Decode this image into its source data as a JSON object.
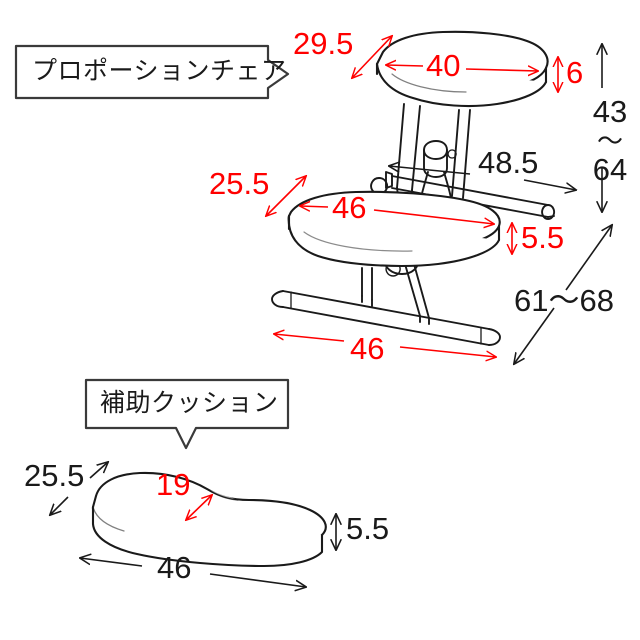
{
  "diagram": {
    "title_callouts": [
      {
        "id": "chair",
        "label": "プロポーションチェア",
        "tail_direction": "right"
      },
      {
        "id": "cushion",
        "label": "補助クッション",
        "tail_direction": "down"
      }
    ],
    "units_note": "",
    "colors": {
      "dimension_red": "#ff0000",
      "dimension_black": "#1a1a1a",
      "outline": "#1a1a1a",
      "background": "#ffffff"
    }
  },
  "chair": {
    "backrest": {
      "depth": "29.5",
      "width": "40",
      "thickness": "6"
    },
    "seat": {
      "depth": "25.5",
      "width": "46",
      "thickness": "5.5"
    },
    "base": {
      "bar_width": "46",
      "overall_length": "48.5"
    },
    "heights": {
      "seat_height_min": "43",
      "seat_height_separator": "〜",
      "seat_height_max": "64",
      "depth_range": "61〜68"
    }
  },
  "cushion": {
    "depth": "25.5",
    "notch": "19",
    "thickness": "5.5",
    "width": "46"
  },
  "labels": {
    "chair_backrest_depth": "29.5",
    "chair_backrest_width": "40",
    "chair_backrest_thickness": "6",
    "chair_height_top": "43",
    "chair_height_sep": "〜",
    "chair_height_bottom": "64",
    "chair_seat_depth": "25.5",
    "chair_seat_width": "46",
    "chair_seat_thickness": "5.5",
    "chair_frame_length": "48.5",
    "chair_base_width": "46",
    "chair_depth_range": "61〜68",
    "cushion_depth": "25.5",
    "cushion_notch": "19",
    "cushion_thickness": "5.5",
    "cushion_width": "46"
  }
}
